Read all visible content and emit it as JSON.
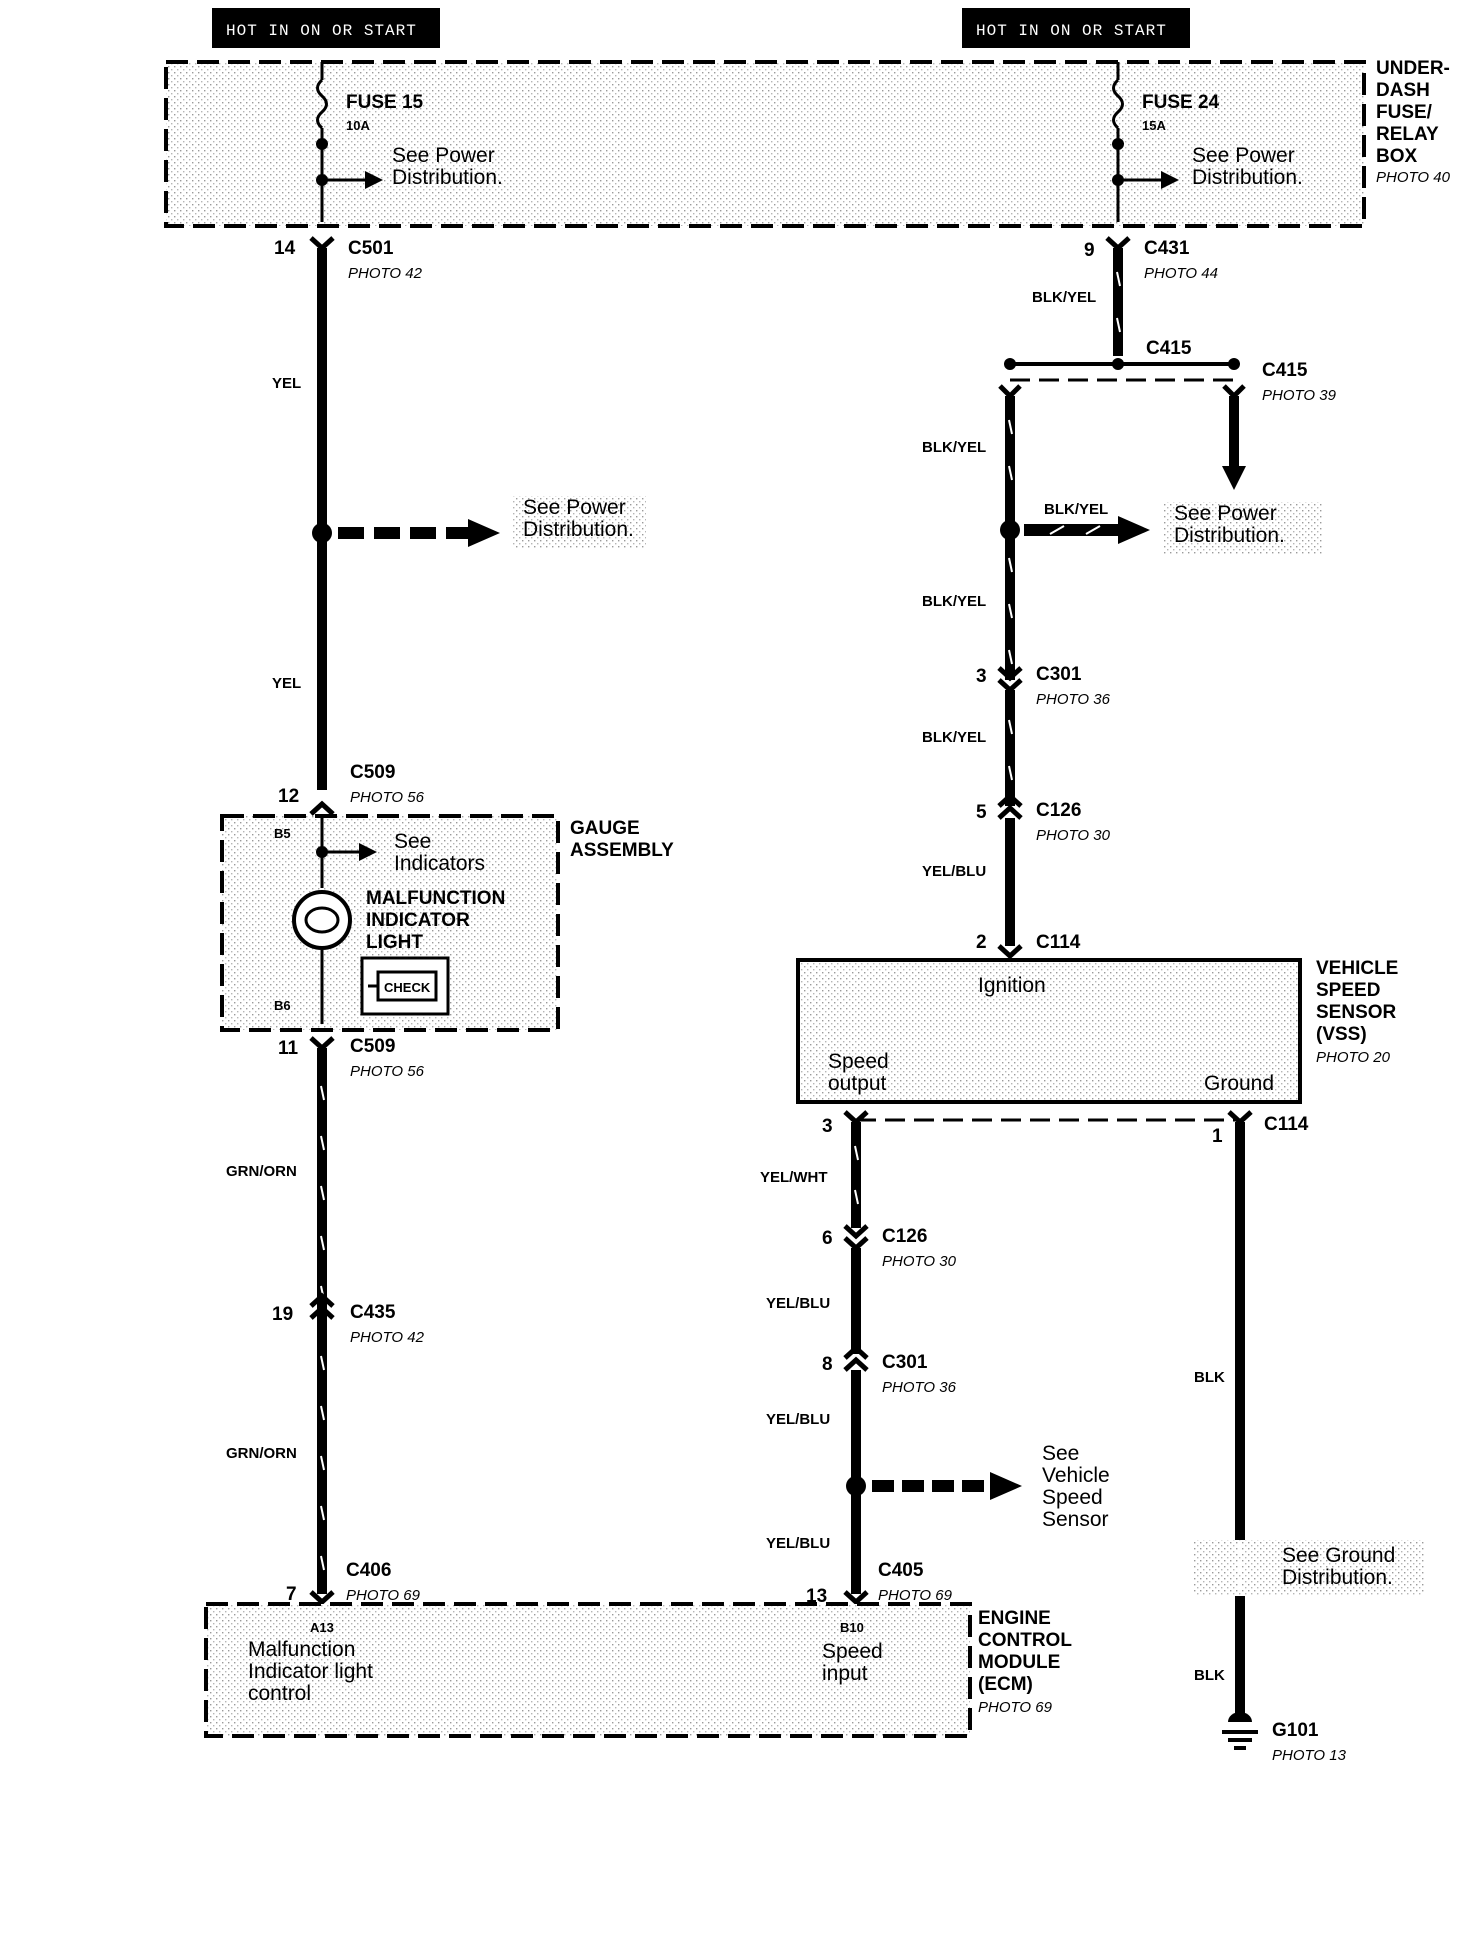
{
  "header": {
    "left_label": "HOT IN ON OR START",
    "right_label": "HOT IN ON OR START"
  },
  "fuse_box": {
    "title_lines": [
      "UNDER-",
      "DASH",
      "FUSE/",
      "RELAY",
      "BOX"
    ],
    "photo": "PHOTO 40",
    "fuse_left": {
      "name": "FUSE 15",
      "rating": "10A",
      "see_line1": "See Power",
      "see_line2": "Distribution."
    },
    "fuse_right": {
      "name": "FUSE 24",
      "rating": "15A",
      "see_line1": "See Power",
      "see_line2": "Distribution."
    }
  },
  "left_circuit": {
    "c501": {
      "pin": "14",
      "name": "C501",
      "photo": "PHOTO 42"
    },
    "wire_yel_1": "YEL",
    "see_power": {
      "line1": "See Power",
      "line2": "Distribution."
    },
    "wire_yel_2": "YEL",
    "c509_top": {
      "pin": "12",
      "name": "C509",
      "photo": "PHOTO 56"
    },
    "gauge": {
      "title_line1": "GAUGE",
      "title_line2": "ASSEMBLY",
      "pin_b5": "B5",
      "pin_b6": "B6",
      "see_line1": "See",
      "see_line2": "Indicators",
      "mil_line1": "MALFUNCTION",
      "mil_line2": "INDICATOR",
      "mil_line3": "LIGHT",
      "check_label": "CHECK"
    },
    "c509_bottom": {
      "pin": "11",
      "name": "C509",
      "photo": "PHOTO 56"
    },
    "wire_grn_1": "GRN/ORN",
    "c435": {
      "pin": "19",
      "name": "C435",
      "photo": "PHOTO 42"
    },
    "wire_grn_2": "GRN/ORN",
    "c406": {
      "pin": "7",
      "name": "C406",
      "photo": "PHOTO 69"
    }
  },
  "right_circuit": {
    "c431": {
      "pin": "9",
      "name": "C431",
      "photo": "PHOTO 44"
    },
    "wire_c431": "BLK/YEL",
    "c415_splice": "C415",
    "c415_conn": {
      "name": "C415",
      "photo": "PHOTO 39"
    },
    "wire_by_1": "BLK/YEL",
    "wire_by_branch": "BLK/YEL",
    "see_power": {
      "line1": "See Power",
      "line2": "Distribution."
    },
    "wire_by_2": "BLK/YEL",
    "c301_top": {
      "pin": "3",
      "name": "C301",
      "photo": "PHOTO 36"
    },
    "wire_by_3": "BLK/YEL",
    "c126_top": {
      "pin": "5",
      "name": "C126",
      "photo": "PHOTO 30"
    },
    "wire_yb_1": "YEL/BLU",
    "c114_top": {
      "pin": "2",
      "name": "C114"
    },
    "vss": {
      "title_lines": [
        "VEHICLE",
        "SPEED",
        "SENSOR",
        "(VSS)"
      ],
      "photo": "PHOTO 20",
      "ignition": "Ignition",
      "speed_line1": "Speed",
      "speed_line2": "output",
      "ground": "Ground"
    },
    "c114_bottom": {
      "pin_left": "3",
      "pin_right": "1",
      "name": "C114"
    },
    "wire_yw": "YEL/WHT",
    "c126_bottom": {
      "pin": "6",
      "name": "C126",
      "photo": "PHOTO 30"
    },
    "wire_yb_2": "YEL/BLU",
    "c301_bottom": {
      "pin": "8",
      "name": "C301",
      "photo": "PHOTO 36"
    },
    "wire_yb_3": "YEL/BLU",
    "see_vss": {
      "line1": "See",
      "line2": "Vehicle",
      "line3": "Speed",
      "line4": "Sensor"
    },
    "wire_yb_4": "YEL/BLU",
    "c405": {
      "pin": "13",
      "name": "C405",
      "photo": "PHOTO 69"
    },
    "wire_blk_1": "BLK",
    "see_ground": {
      "line1": "See Ground",
      "line2": "Distribution."
    },
    "wire_blk_2": "BLK",
    "g101": {
      "name": "G101",
      "photo": "PHOTO 13"
    }
  },
  "ecm": {
    "title_lines": [
      "ENGINE",
      "CONTROL",
      "MODULE",
      "(ECM)"
    ],
    "photo": "PHOTO 69",
    "pin_a13": "A13",
    "mil_line1": "Malfunction",
    "mil_line2": "Indicator light",
    "mil_line3": "control",
    "pin_b10": "B10",
    "speed_line1": "Speed",
    "speed_line2": "input"
  }
}
